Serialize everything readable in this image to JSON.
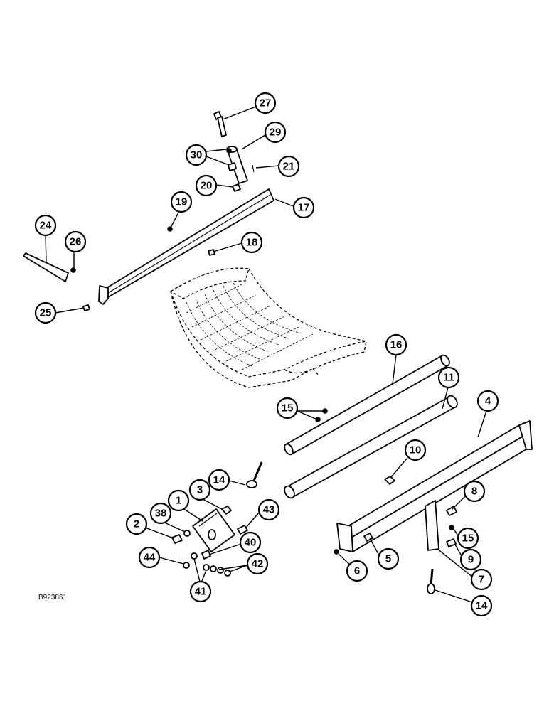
{
  "drawing_ref": "B923861",
  "callouts": [
    "27",
    "29",
    "30",
    "21",
    "20",
    "17",
    "19",
    "24",
    "26",
    "18",
    "25",
    "16",
    "11",
    "15",
    "4",
    "10",
    "14",
    "8",
    "3",
    "1",
    "43",
    "38",
    "2",
    "40",
    "15",
    "5",
    "9",
    "44",
    "42",
    "6",
    "7",
    "41",
    "14"
  ]
}
